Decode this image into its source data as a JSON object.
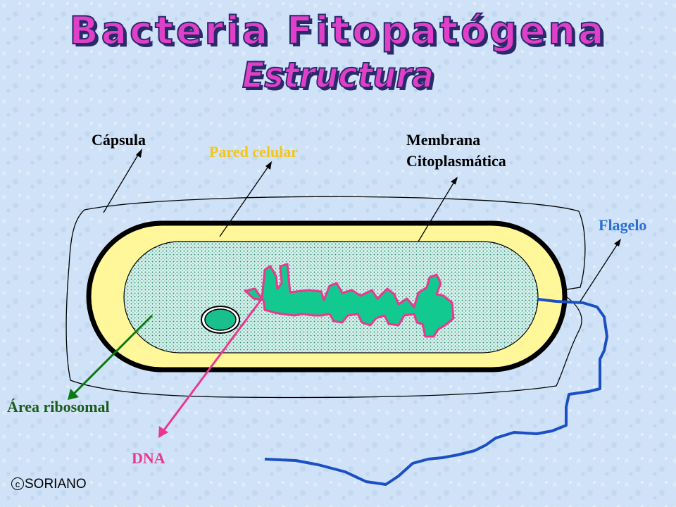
{
  "title": "Bacteria Fitopatógena",
  "subtitle": "Estructura",
  "labels": {
    "capsula": "Cápsula",
    "pared": "Pared celular",
    "membrana_line1": "Membrana",
    "membrana_line2": "Citoplasmática",
    "flagelo": "Flagelo",
    "area_ribosomal": "Área ribosomal",
    "dna": "DNA"
  },
  "copyright": "SORIANO",
  "colors": {
    "background": "#cfe2f7",
    "title": "#e040c8",
    "cell_wall": "#fff79a",
    "cytoplasm": "#c8ece4",
    "nucleoid": "#12c98f",
    "nucleoid_outline": "#e8398e",
    "ribosome": "#19c08d",
    "flagellum": "#1b4fc4",
    "pared_label": "#f5c518",
    "flagelo_label": "#2b6fd6",
    "area_label": "#1a5c1a",
    "dna_label": "#e8398e"
  }
}
